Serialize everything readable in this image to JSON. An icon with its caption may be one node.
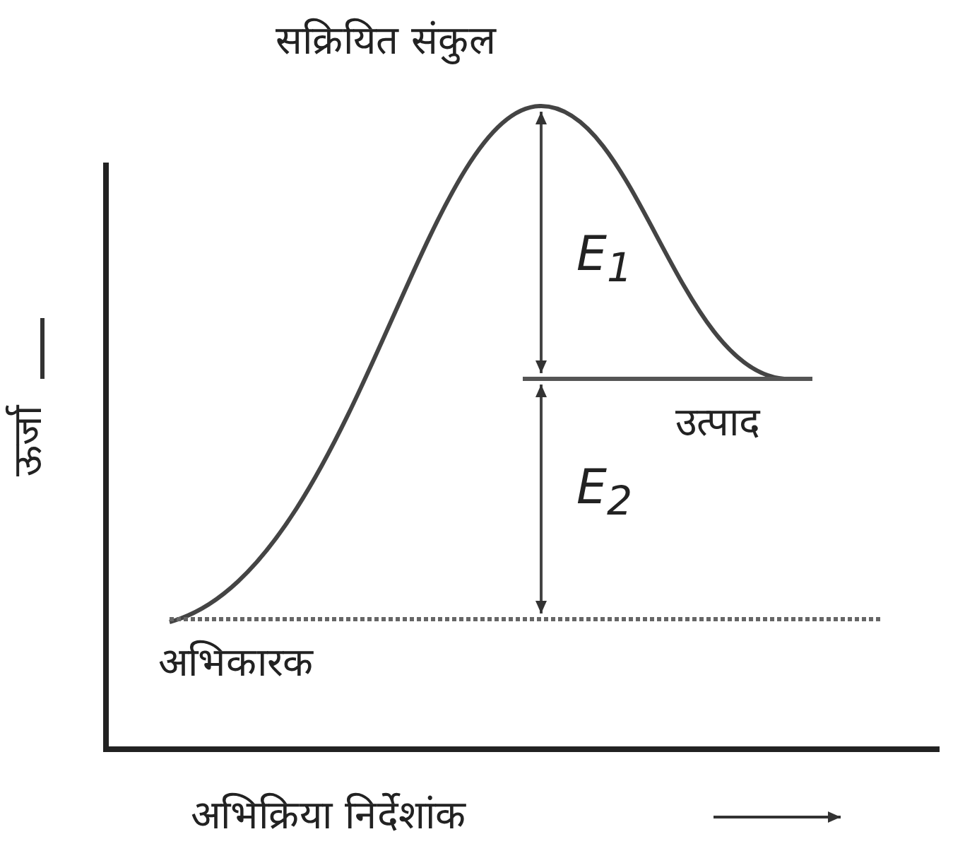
{
  "diagram": {
    "labels": [
      "सक्रियित संकुल",
      "ऊर्जा",
      "E$_{1}$",
      "उत्पाद",
      "E$_{2}$",
      "अभिकारक",
      "अभिक्रिया निर्देशांक"
    ]
  }
}
